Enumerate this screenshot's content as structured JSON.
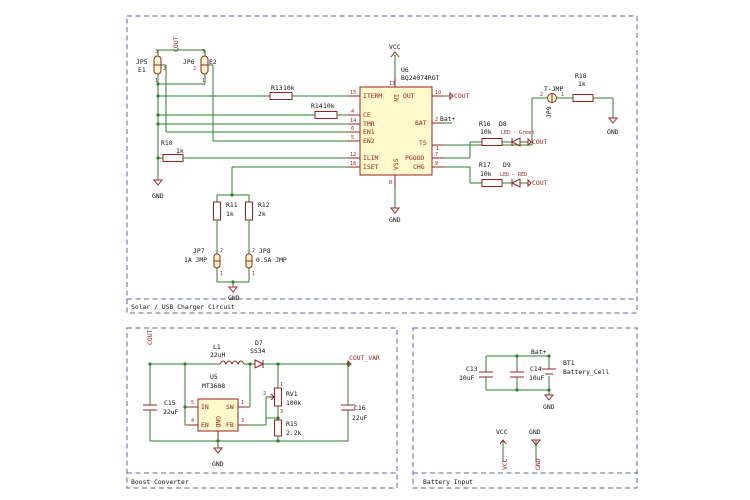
{
  "sheets": {
    "charger": "Solar / USB Charger Circuit",
    "boost": "Boost Converter",
    "battery": "Battery Input"
  },
  "u6": {
    "ref": "U6",
    "part": "BQ24074RGT",
    "pins": {
      "iterm": "ITERM",
      "ce": "CE",
      "tmr": "TMR",
      "en1": "EN1",
      "en2": "EN2",
      "ilim": "ILIM",
      "iset": "ISET",
      "in": "IN",
      "out": "OUT",
      "bat": "BAT",
      "ts": "TS",
      "pgood": "PGOOD",
      "chg": "CHG",
      "vss": "VSS"
    },
    "pin_numbers": {
      "iterm": "15",
      "ce": "4",
      "tmr": "14",
      "en1": "6",
      "en2": "5",
      "ilim": "12",
      "iset": "16",
      "in": "13",
      "out": "10",
      "bat": "2",
      "ts": "1",
      "pgood": "7",
      "chg": "9",
      "vss": "8"
    }
  },
  "parts": {
    "r13": "R13",
    "r13v": "10k",
    "r14": "R14",
    "r14v": "10k",
    "r10": "R10",
    "r10v": "1k",
    "r11": "R11",
    "r11v": "1k",
    "r12": "R12",
    "r12v": "2k",
    "r16": "R16",
    "r16v": "10k",
    "r17": "R17",
    "r17v": "10k",
    "r18": "R18",
    "r18v": "1k",
    "d8": "D8",
    "d8v": "LED - Green",
    "d9": "D9",
    "d9v": "LED - RED",
    "jp5": "JP5",
    "jp5v": "E1",
    "jp6": "JP6",
    "jp6v": "E2",
    "jp7": "JP7",
    "jp7v": "1A JMP",
    "jp8": "JP8",
    "jp8v": "0.5A JMP",
    "jp9": "JP9",
    "jp9v": "T-JMP",
    "u5": "U5",
    "u5v": "MT3608",
    "l1": "L1",
    "l1v": "22uH",
    "d7": "D7",
    "d7v": "SS34",
    "rv1": "RV1",
    "rv1v": "100k",
    "r15": "R15",
    "r15v": "2.2k",
    "c15": "C15",
    "c15v": "22uF",
    "c16": "C16",
    "c16v": "22uF",
    "c13": "C13",
    "c13v": "10uF",
    "c14": "C14",
    "c14v": "10uF",
    "bt1": "BT1",
    "bt1v": "Battery_Cell"
  },
  "u5pins": {
    "in": "IN",
    "sw": "SW",
    "en": "EN",
    "gnd": "GND",
    "fb": "FB"
  },
  "nets": {
    "vcc": "VCC",
    "gnd": "GND",
    "cout": "COUT",
    "batp": "Bat+",
    "cout_var": "COUT_VAR",
    "gnd_r": "GND"
  },
  "pinnum": {
    "p1": "1",
    "p2": "2",
    "p3": "3",
    "p4": "4",
    "p5": "5"
  }
}
